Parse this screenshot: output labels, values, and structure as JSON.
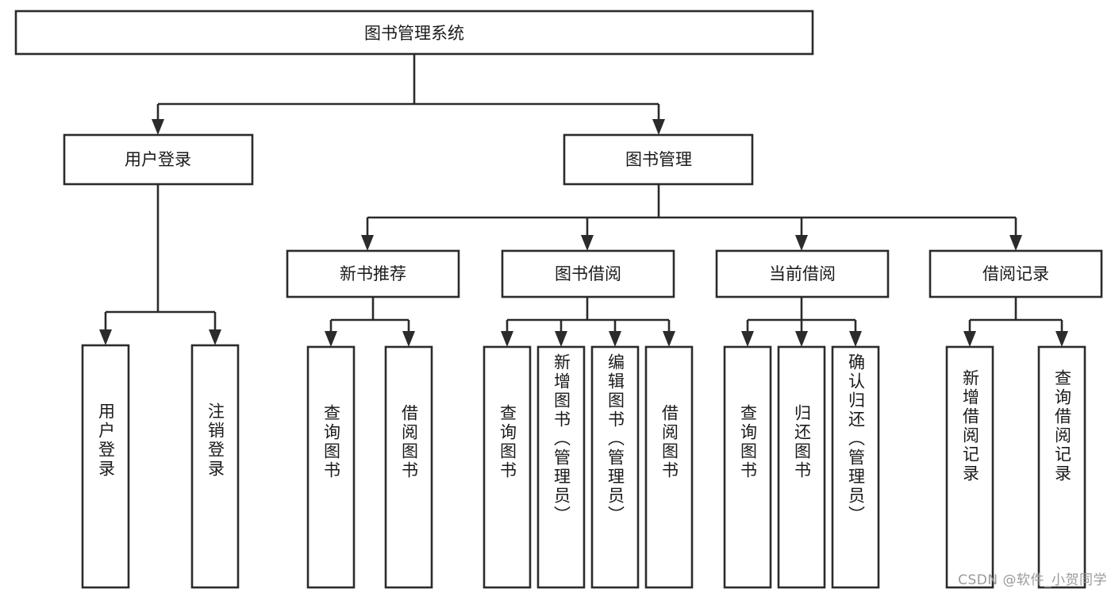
{
  "diagram": {
    "type": "tree-hierarchy",
    "title": "图书管理系统",
    "orientation": "top-down",
    "colors": {
      "box_stroke": "#2b2b2b",
      "box_fill": "#ffffff",
      "text": "#1a1a1a",
      "connector": "#2b2b2b",
      "watermark": "#9a9a9a",
      "background": "#ffffff"
    },
    "root": {
      "label": "图书管理系统"
    },
    "level2": [
      {
        "label": "用户登录"
      },
      {
        "label": "图书管理"
      }
    ],
    "level3": [
      {
        "label": "新书推荐"
      },
      {
        "label": "图书借阅"
      },
      {
        "label": "当前借阅"
      },
      {
        "label": "借阅记录"
      }
    ],
    "leaves": {
      "user_login": [
        {
          "label": "用户登录"
        },
        {
          "label": "注销登录"
        }
      ],
      "new_book_recommend": [
        {
          "label": "查询图书"
        },
        {
          "label": "借阅图书"
        }
      ],
      "book_borrow": [
        {
          "label": "查询图书"
        },
        {
          "label": "新增图书（管理员）"
        },
        {
          "label": "编辑图书（管理员）"
        },
        {
          "label": "借阅图书"
        }
      ],
      "current_borrow": [
        {
          "label": "查询图书"
        },
        {
          "label": "归还图书"
        },
        {
          "label": "确认归还（管理员）"
        }
      ],
      "borrow_record": [
        {
          "label": "新增借阅记录"
        },
        {
          "label": "查询借阅记录"
        }
      ]
    }
  },
  "watermark": {
    "text": "CSDN @软件_小贺同学"
  }
}
